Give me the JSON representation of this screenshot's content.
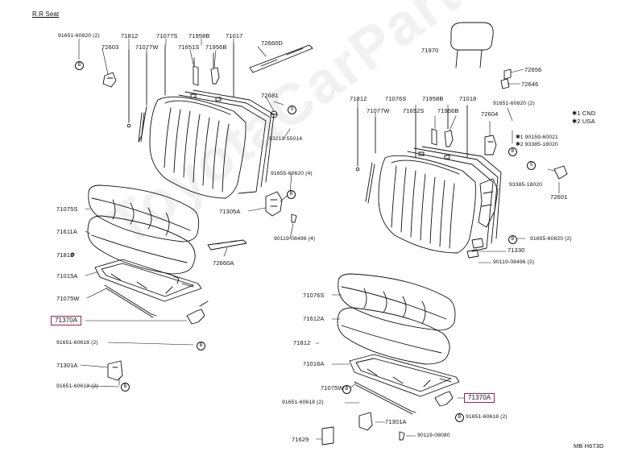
{
  "diagram": {
    "title": "R.R Seat",
    "footer_code": "MB H673D",
    "watermark": "ToyotaCarParts.ru",
    "legend": {
      "mark1": "✱1 CND",
      "mark2": "✱2 USA"
    },
    "marker_letters": {
      "bolt": "B",
      "screw": "S"
    },
    "colors": {
      "line": "#111111",
      "highlight_border": "#a3204a",
      "watermark": "#999999"
    },
    "labels": {
      "p_91651_60820_a": "91651-60820 (2)",
      "p_71812_a": "71812",
      "p_71077s_a": "71077S",
      "p_71958b_a": "71958B",
      "p_71017": "71017",
      "p_72660d": "72660D",
      "p_72603": "72603",
      "p_71077w_a": "71077W",
      "p_71651s": "71651S",
      "p_71956b_a": "71956B",
      "p_72681": "72681",
      "p_93219_55014": "93219-55014",
      "p_91655_60620": "91655-60620 (4)",
      "p_71305a": "71305A",
      "p_90119_08496_a": "90119-08496 (4)",
      "p_72660a": "72660A",
      "p_71075s": "71075S",
      "p_71611a": "71611A",
      "p_71812_b": "71812",
      "p_71015a": "71015A",
      "p_71075w_a": "71075W",
      "p_71370a_left": "71370A",
      "p_91651_60618_a": "91651-60618 (2)",
      "p_71301a_a": "71301A",
      "p_91651_60618_b": "91651-60618 (2)",
      "p_71970": "71970",
      "p_72656": "72656",
      "p_72646": "72646",
      "p_91651_60820_b": "91651-60820 (2)",
      "p_71812_c": "71812",
      "p_71076s": "71076S",
      "p_71958b_b": "71958B",
      "p_71018": "71018",
      "p_71077w_b": "71077W",
      "p_71652s": "71652S",
      "p_71956b_b": "71956B",
      "p_72604": "72604",
      "p_90159_60021": "✱1 90159-60021",
      "p_93385_18020_a": "✱2 93385-18020",
      "p_93385_18020_b": "93385-18020",
      "p_72601": "72601",
      "p_91655_60820": "91655-60820 (2)",
      "p_71330": "71330",
      "p_90119_08496_b": "90119-08496 (2)",
      "p_71076s_b": "71076S",
      "p_71612a": "71612A",
      "p_71812_d": "71812",
      "p_71016a": "71016A",
      "p_71075w_b": "71075W",
      "p_71370a_right": "71370A",
      "p_91651_60618_c": "91651-60618 (2)",
      "p_91651_60618_d": "91651-60618 (2)",
      "p_71301a_b": "71301A",
      "p_90119_08080": "90119-08080",
      "p_71629": "71629"
    }
  }
}
